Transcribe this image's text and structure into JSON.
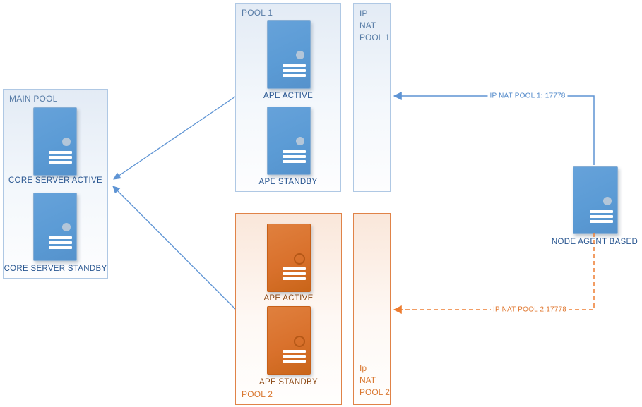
{
  "diagram": {
    "main_pool": {
      "title": "MAIN POOL",
      "servers": [
        {
          "label": "CORE SERVER ACTIVE"
        },
        {
          "label": "CORE SERVER STANDBY"
        }
      ]
    },
    "pool1": {
      "title": "POOL 1",
      "servers": [
        {
          "label": "APE ACTIVE"
        },
        {
          "label": "APE STANDBY"
        }
      ]
    },
    "ip_nat_pool1": {
      "lines": [
        "IP",
        "NAT",
        "POOL 1"
      ]
    },
    "pool2": {
      "title": "POOL 2",
      "servers": [
        {
          "label": "APE ACTIVE"
        },
        {
          "label": "APE STANDBY"
        }
      ]
    },
    "ip_nat_pool2": {
      "lines": [
        "Ip",
        "NAT",
        "POOL 2"
      ]
    },
    "node": {
      "label": "NODE AGENT BASED"
    },
    "connectors": {
      "nat1_label": "IP NAT POOL 1: 17778",
      "nat2_label": "IP NAT POOL 2:17778"
    },
    "colors": {
      "blue_server": "#5B9BD5",
      "orange_server": "#D9712C",
      "blue_line": "#5E94D4",
      "orange_line": "#ED7D31",
      "blue_box_border": "#AFC8E4",
      "orange_box_border": "#E08348",
      "blue_label_dark": "#2A5791",
      "blue_label_light": "#587CA6",
      "orange_label_dark": "#8C4A17",
      "orange_label_light": "#D9772F"
    }
  }
}
